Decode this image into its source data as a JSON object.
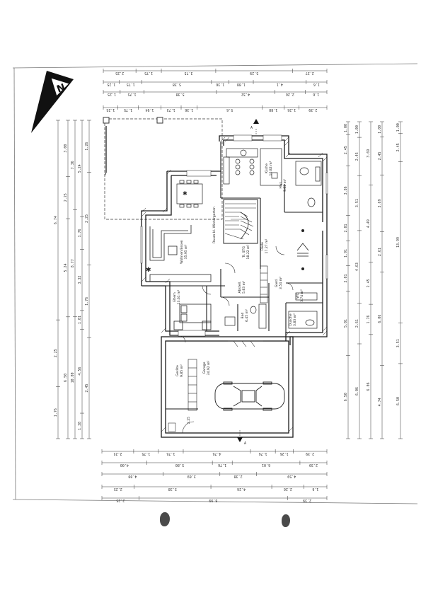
{
  "north_label": "N",
  "section_marker": "A",
  "rooms": [
    {
      "id": "kueche",
      "name": "Küche",
      "area": "10.82 m²"
    },
    {
      "id": "hwr",
      "name": "Hwr",
      "area": "9.82 m²"
    },
    {
      "id": "wohnen",
      "name": "Wohnen/Essen",
      "area": "35.95 m²"
    },
    {
      "id": "diele",
      "name": "Diele",
      "area": "17.27 m²"
    },
    {
      "id": "treppe",
      "name": "Tr. STG",
      "area": "18.22 m²"
    },
    {
      "id": "abstell",
      "name": "Abstell.",
      "area": "5.83 m²"
    },
    {
      "id": "flur",
      "name": "Gard.",
      "area": "3.54 m²"
    },
    {
      "id": "eltern",
      "name": "Eltern",
      "area": "13.61 m²"
    },
    {
      "id": "bad",
      "name": "Bad",
      "area": "6.45 m²"
    },
    {
      "id": "wc",
      "name": "WC",
      "area": "3.74 m²"
    },
    {
      "id": "dusche",
      "name": "Dusche",
      "area": "3.83 m²"
    },
    {
      "id": "garage",
      "name": "Garage",
      "area": "34.92 m²"
    },
    {
      "id": "geraete",
      "name": "Geräte",
      "area": "9.85 m²"
    }
  ],
  "room_small_labels": {
    "raum_kl": "Raum kl. Wintergarten",
    "treppe_num": "2.25"
  },
  "dims_top": [
    [
      "2.25",
      "1.75",
      "3.75",
      "5.29",
      "2.37"
    ],
    [
      "1.25",
      "1.75",
      "5.38",
      "1.36",
      "1.88",
      "4.1",
      "1.6"
    ],
    [
      "1.25",
      "1.75",
      "5.38",
      "4.32",
      "2.26",
      "1.6"
    ],
    [
      "1.25",
      "1.75",
      "1.94",
      "1.73",
      "1.36",
      "5.6",
      "1.88",
      "1.26",
      "2.39"
    ]
  ],
  "dims_bottom": [
    [
      "2.25",
      "1.75",
      "1.76",
      "4.76",
      "1.76",
      "1.26",
      "2.39"
    ],
    [
      "4.00",
      "5.80",
      "1.76",
      "6.01",
      "2.39"
    ],
    [
      "4.00",
      "3.69",
      "2.38",
      "4.59"
    ],
    [
      "2.25",
      "5.38",
      "4.26",
      "2.26",
      "1.6"
    ],
    [
      "2.25",
      "8.99",
      "2.39"
    ]
  ],
  "dims_left": [
    [
      "6.74",
      "2.25",
      "1.76"
    ],
    [
      "3.00",
      "2.25",
      "5.24",
      "6.50"
    ],
    [
      "7.36",
      "8.77",
      "10.00"
    ],
    [
      "5.24",
      "1.76",
      "3.32",
      "1.01",
      "4.56",
      "1.38"
    ],
    [
      "1.26",
      "2.25",
      "1.76",
      "2.45"
    ]
  ],
  "dims_right": [
    [
      "1.00",
      "2.45",
      "3.86",
      "2.01",
      "1.91",
      "2.01",
      "5.01",
      "6.50"
    ],
    [
      "1.00",
      "2.45",
      "3.51",
      "4.63",
      "2.61",
      "6.06"
    ],
    [
      "3.69",
      "4.49",
      "2.45",
      "1.76",
      "6.06"
    ],
    [
      "1.00",
      "2.45",
      "3.69",
      "2.61",
      "6.06",
      "4.74"
    ],
    [
      "1.00",
      "2.45",
      "13.99",
      "3.51",
      "6.50"
    ]
  ],
  "colors": {
    "wall": "#1a1a1a",
    "line": "#333333",
    "paper": "#ffffff",
    "blot": "#4a4a4a"
  }
}
